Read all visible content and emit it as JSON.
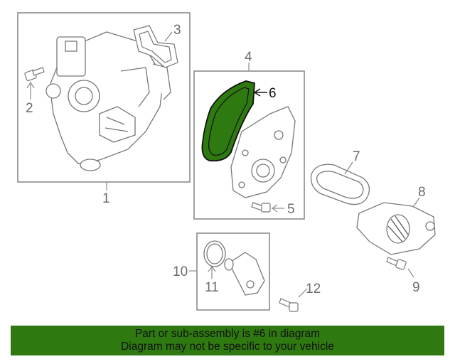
{
  "diagram": {
    "callouts": {
      "c1": "1",
      "c2": "2",
      "c3": "3",
      "c4": "4",
      "c5": "5",
      "c6": "6",
      "c7": "7",
      "c8": "8",
      "c9": "9",
      "c10": "10",
      "c11": "11",
      "c12": "12"
    },
    "highlight_part": "6",
    "colors": {
      "highlight": "#2f7a10",
      "line": "#8a8a8a",
      "text": "#6b6b6b"
    }
  },
  "banner": {
    "line1": "Part or sub-assembly is #6 in diagram",
    "line2": "Diagram may not be specific to your vehicle"
  }
}
